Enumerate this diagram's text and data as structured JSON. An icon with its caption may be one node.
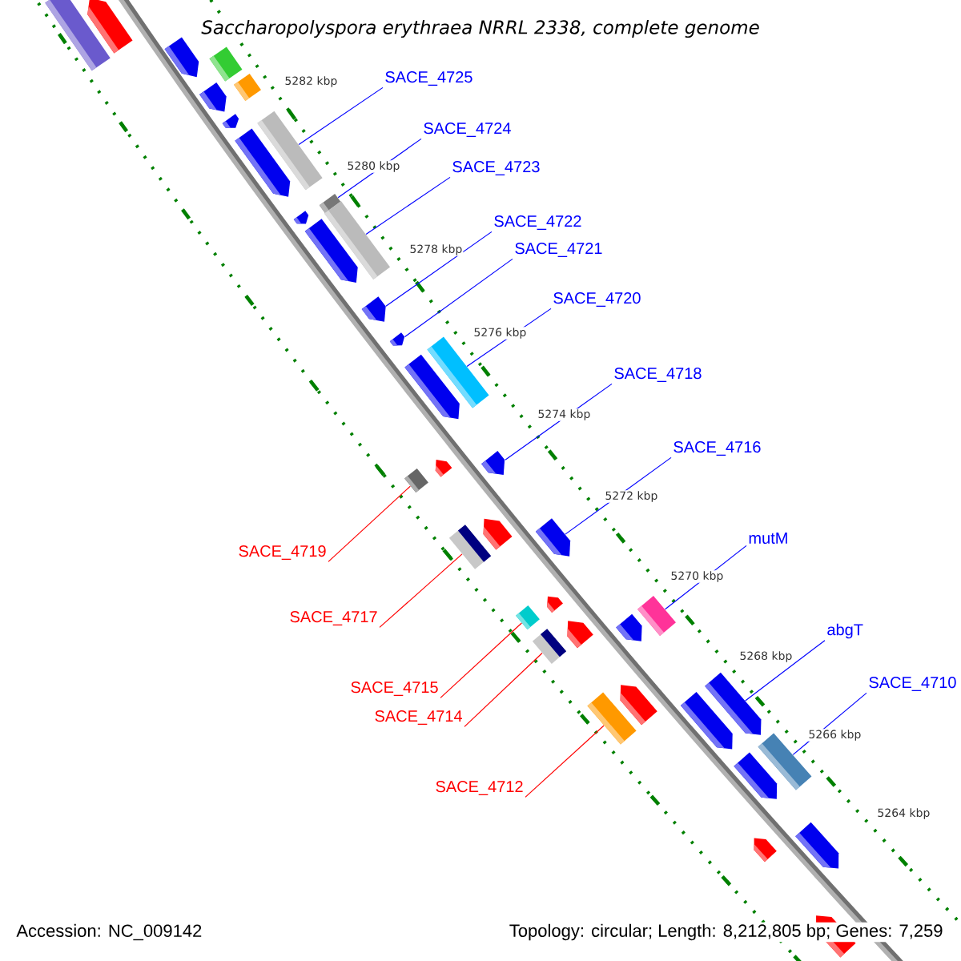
{
  "diagram": {
    "title": "Saccharopolyspora erythraea NRRL 2338, complete genome",
    "nodes": [
      {
        "text": [
          "SACE_4725"
        ]
      },
      {
        "text": [
          "SACE_4724"
        ]
      },
      {
        "text": [
          "SACE_4723"
        ]
      },
      {
        "text": [
          "SACE_4722"
        ]
      },
      {
        "text": [
          "SACE_4721"
        ]
      },
      {
        "text": [
          "SACE_4720"
        ]
      },
      {
        "text": [
          "SACE_4718"
        ]
      },
      {
        "text": [
          "SACE_4716"
        ]
      },
      {
        "text": [
          "mutM"
        ]
      },
      {
        "text": [
          "abgT"
        ]
      },
      {
        "text": [
          "SACE_4710"
        ]
      },
      {
        "text": [
          "SACE_4719"
        ]
      },
      {
        "text": [
          "SACE_4717"
        ]
      },
      {
        "text": [
          "SACE_4715"
        ]
      },
      {
        "text": [
          "SACE_4714"
        ]
      },
      {
        "text": [
          "SACE_4712"
        ]
      },
      {
        "text": [],
        "shape": "bar"
      },
      {
        "text": [],
        "shape": "bar"
      },
      {
        "text": [],
        "shape": "bar"
      },
      {
        "text": [],
        "shape": "bar"
      },
      {
        "text": [],
        "shape": "bar"
      },
      {
        "text": [],
        "shape": "bar"
      },
      {
        "text": [],
        "shape": "bar"
      },
      {
        "text": [],
        "shape": "bar"
      },
      {
        "text": [],
        "shape": "bar"
      },
      {
        "text": [],
        "shape": "bar"
      },
      {
        "text": [],
        "shape": "bar"
      },
      {
        "text": [],
        "shape": "bar"
      },
      {
        "text": [],
        "shape": "bar"
      },
      {
        "text": [],
        "shape": "bar"
      },
      {
        "text": [],
        "shape": "bar"
      },
      {
        "text": [],
        "shape": "bar"
      },
      {
        "text": [],
        "shape": "bar"
      },
      {
        "text": [],
        "shape": "bar"
      },
      {
        "text": [],
        "shape": "bar"
      },
      {
        "text": [],
        "shape": "bar"
      },
      {
        "text": [],
        "shape": "bar"
      },
      {
        "text": [],
        "shape": "bar"
      },
      {
        "text": [],
        "shape": "bar"
      },
      {
        "text": [],
        "shape": "bar"
      },
      {
        "text": [],
        "shape": "bar"
      },
      {
        "text": [],
        "shape": "bar"
      },
      {
        "text": [],
        "shape": "bar"
      },
      {
        "text": [],
        "shape": "bar"
      },
      {
        "text": [],
        "shape": "bar"
      },
      {
        "text": [],
        "shape": "bar"
      },
      {
        "text": [],
        "shape": "bar"
      },
      {
        "text": [],
        "shape": "bar"
      },
      {
        "text": [],
        "shape": "bar"
      },
      {
        "text": [],
        "shape": "bar"
      },
      {
        "text": [],
        "shape": "bar"
      },
      {
        "text": [],
        "shape": "bar"
      },
      {
        "text": [],
        "shape": "bar"
      },
      {
        "text": [],
        "shape": "bar"
      }
    ],
    "edges": [
      {
        "from": 0,
        "to": 23,
        "arrow": "none"
      },
      {
        "from": 1,
        "to": 25,
        "arrow": "none"
      },
      {
        "from": 2,
        "to": 27,
        "arrow": "none"
      },
      {
        "from": 3,
        "to": 29,
        "arrow": "none"
      },
      {
        "from": 4,
        "to": 30,
        "arrow": "none"
      },
      {
        "from": 5,
        "to": 31,
        "arrow": "none"
      },
      {
        "from": 6,
        "to": 34,
        "arrow": "none"
      },
      {
        "from": 7,
        "to": 37,
        "arrow": "none"
      },
      {
        "from": 8,
        "to": 40,
        "arrow": "none"
      },
      {
        "from": 9,
        "to": 46,
        "arrow": "none"
      },
      {
        "from": 10,
        "to": 49,
        "arrow": "none"
      },
      {
        "from": 11,
        "to": 35,
        "arrow": "none",
        "color": "#ff0000"
      },
      {
        "from": 12,
        "to": 38,
        "arrow": "none",
        "color": "#ff0000"
      },
      {
        "from": 13,
        "to": 41,
        "arrow": "none",
        "color": "#ff0000"
      },
      {
        "from": 14,
        "to": 44,
        "arrow": "none",
        "color": "#ff0000"
      },
      {
        "from": 15,
        "to": 47,
        "arrow": "none",
        "color": "#ff0000"
      }
    ],
    "labels": [
      "5282 kbp",
      "5280 kbp",
      "5278 kbp",
      "5276 kbp",
      "5274 kbp",
      "5272 kbp",
      "5270 kbp",
      "5268 kbp",
      "5266 kbp",
      "5264 kbp",
      "Accession: NC_009142",
      "Topology: circular; Length: 8,212,805 bp; Genes: 7,259"
    ]
  }
}
